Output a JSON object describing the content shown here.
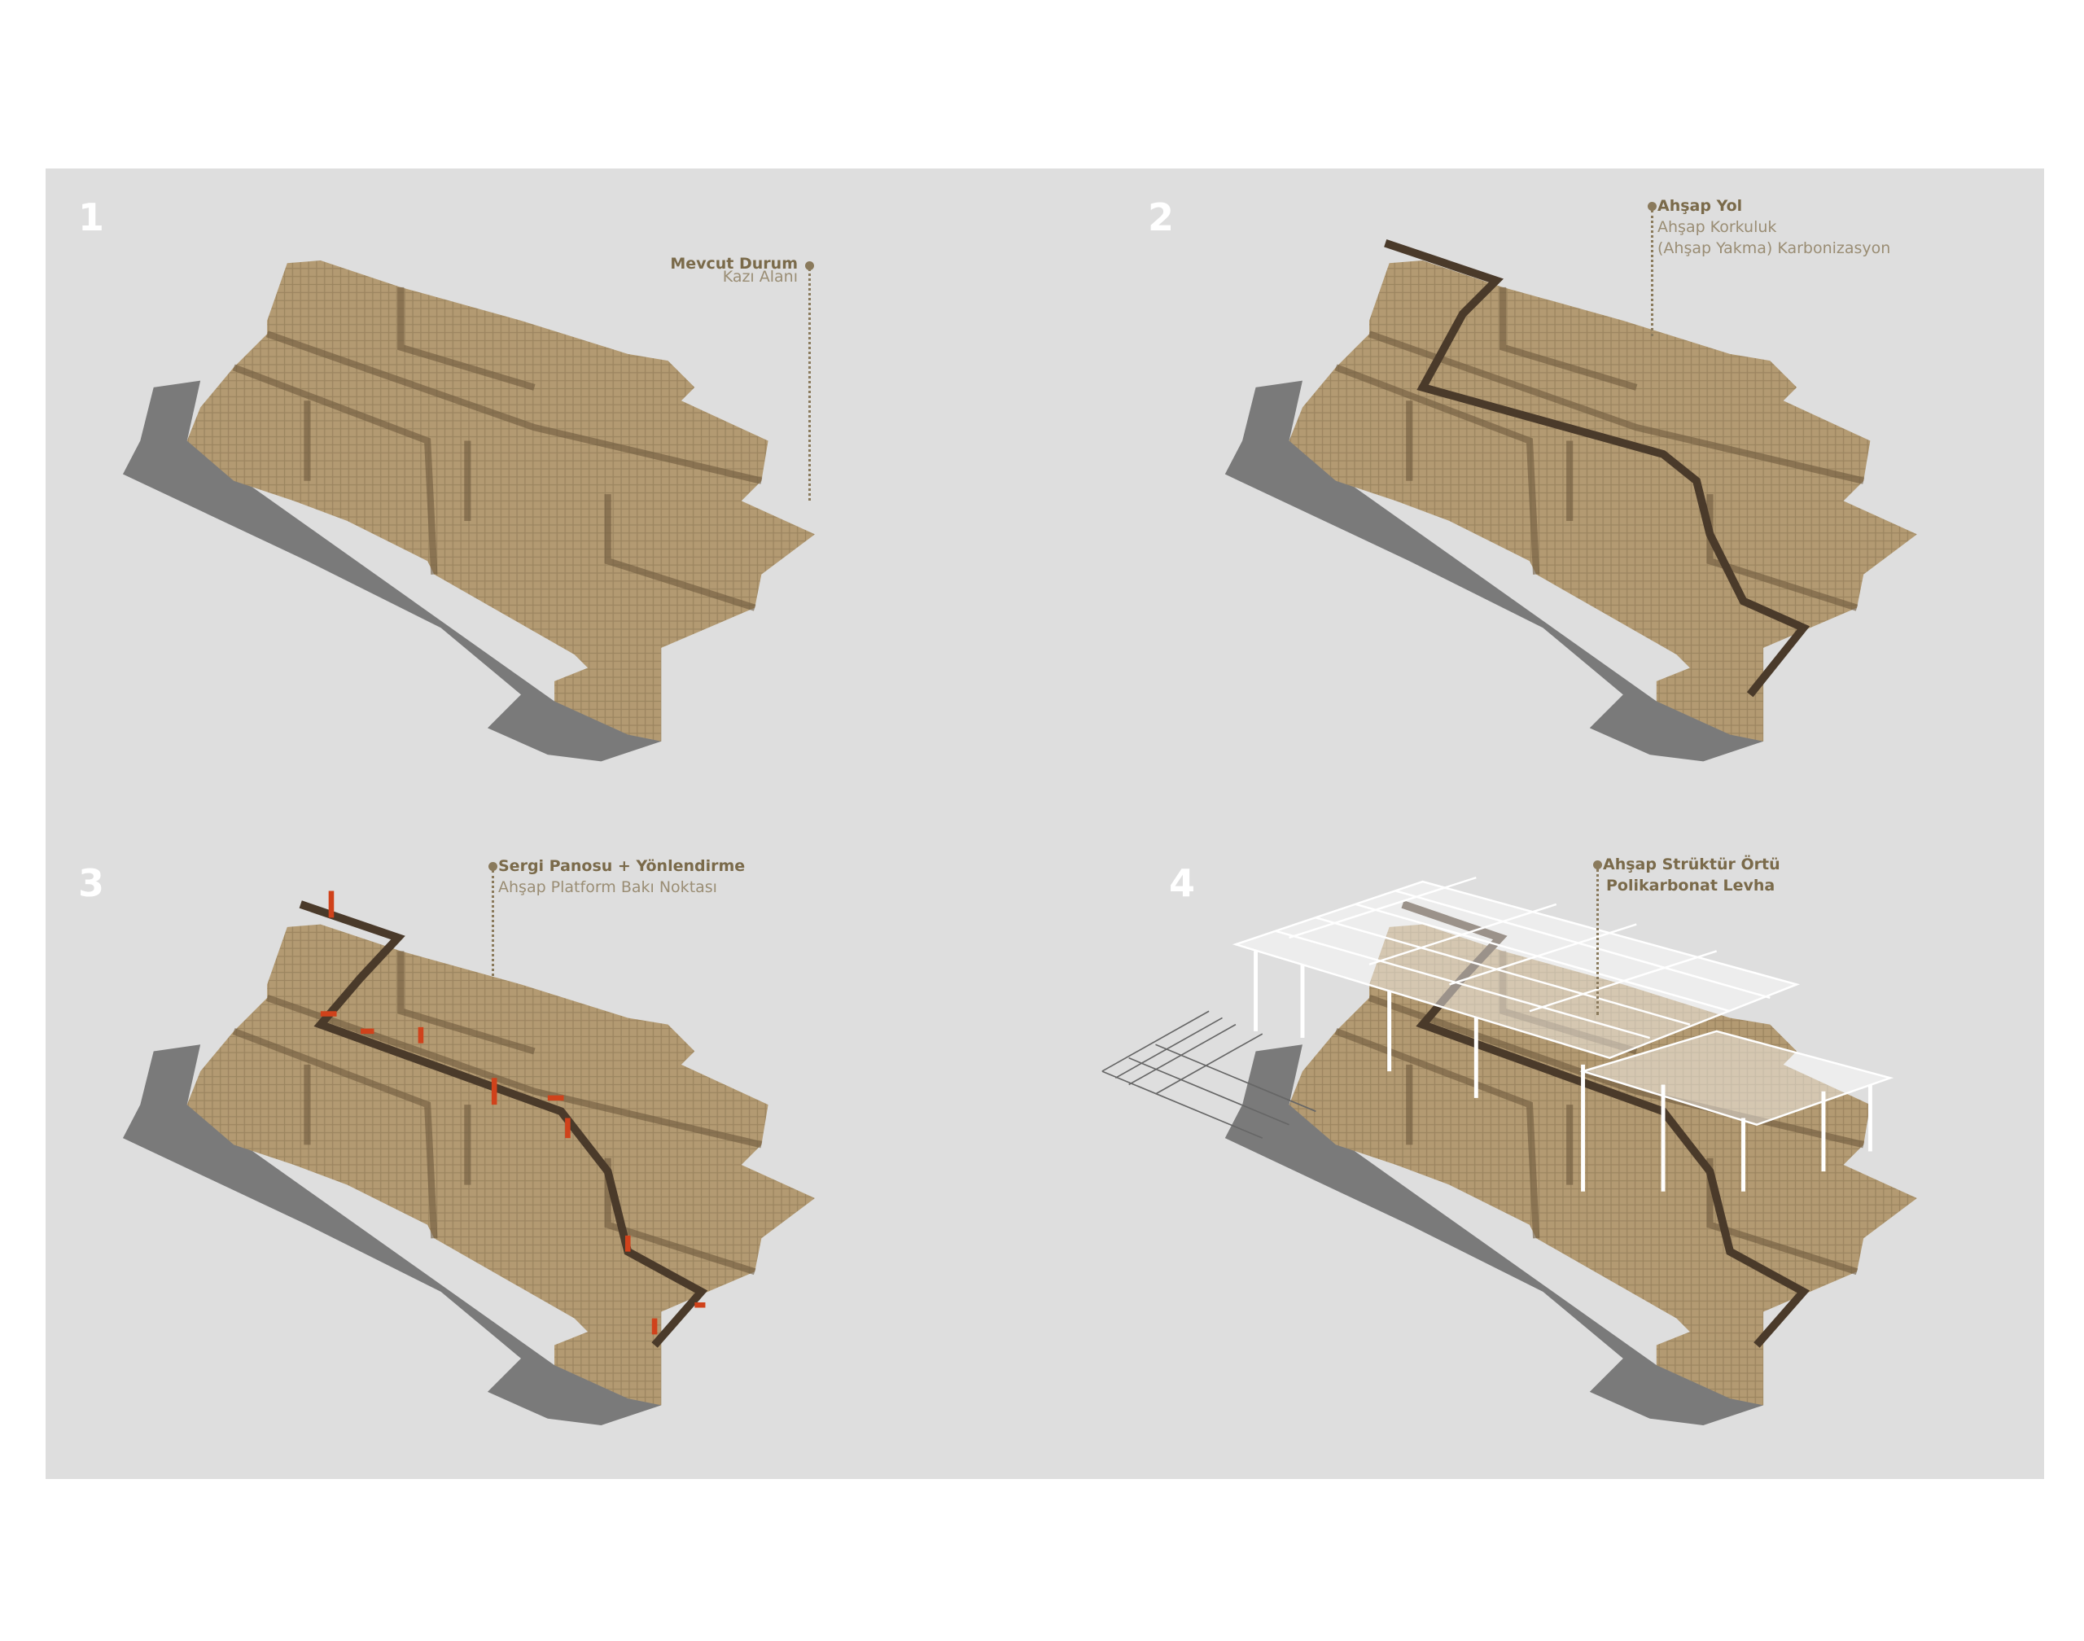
{
  "panels": [
    {
      "number": "1",
      "title": "Mevcut Durum",
      "lines": [
        "Kazı Alanı"
      ]
    },
    {
      "number": "2",
      "title": "Ahşap Yol",
      "lines": [
        "Ahşap Korkuluk",
        "(Ahşap Yakma) Karbonizasyon"
      ]
    },
    {
      "number": "3",
      "title": "Sergi Panosu + Yönlendirme",
      "lines": [
        "Ahşap Platform Bakı Noktası"
      ]
    },
    {
      "number": "4",
      "title": "Ahşap Strüktür Örtü",
      "lines": [
        "Polikarbonat Levha"
      ]
    }
  ],
  "colors": {
    "background": "#dedede",
    "ruin": "#b39a72",
    "shadow": "#7a7a7a",
    "label": "#8a7a5c",
    "walkway": "#4a3a2a",
    "signage": "#d0421b"
  }
}
